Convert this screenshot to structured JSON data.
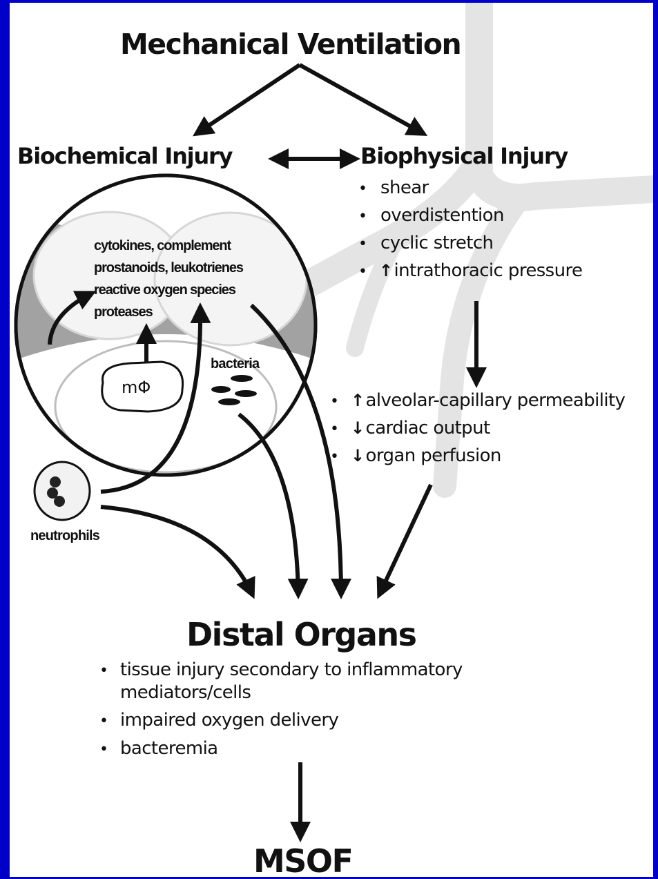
{
  "title": "Mechanical Ventilation",
  "biochemical": {
    "heading": "Biochemical Injury",
    "mediators": [
      "cytokines, complement",
      "prostanoids, leukotrienes",
      "reactive oxygen species",
      "proteases"
    ],
    "macrophage_label": "mΦ",
    "bacteria_label": "bacteria",
    "neutrophils_label": "neutrophils"
  },
  "biophysical": {
    "heading": "Biophysical Injury",
    "items": [
      {
        "arrow": "",
        "text": "shear"
      },
      {
        "arrow": "",
        "text": "overdistention"
      },
      {
        "arrow": "",
        "text": "cyclic stretch"
      },
      {
        "arrow": "↑",
        "text": "intrathoracic pressure"
      }
    ]
  },
  "effects": [
    {
      "arrow": "↑",
      "text": "alveolar-capillary permeability"
    },
    {
      "arrow": "↓",
      "text": "cardiac output"
    },
    {
      "arrow": "↓",
      "text": "organ perfusion"
    }
  ],
  "distal": {
    "heading": "Distal Organs",
    "items": [
      "tissue injury secondary to inflammatory mediators/cells",
      "impaired oxygen delivery",
      "bacteremia"
    ]
  },
  "outcome": "MSOF",
  "bullet_symbol": "•",
  "colors": {
    "frame": "#0000c8",
    "background": "#ffffff",
    "ink": "#111111",
    "airway_shade": "#e6e6e6",
    "alveolus_band": "#9a9a9a"
  }
}
